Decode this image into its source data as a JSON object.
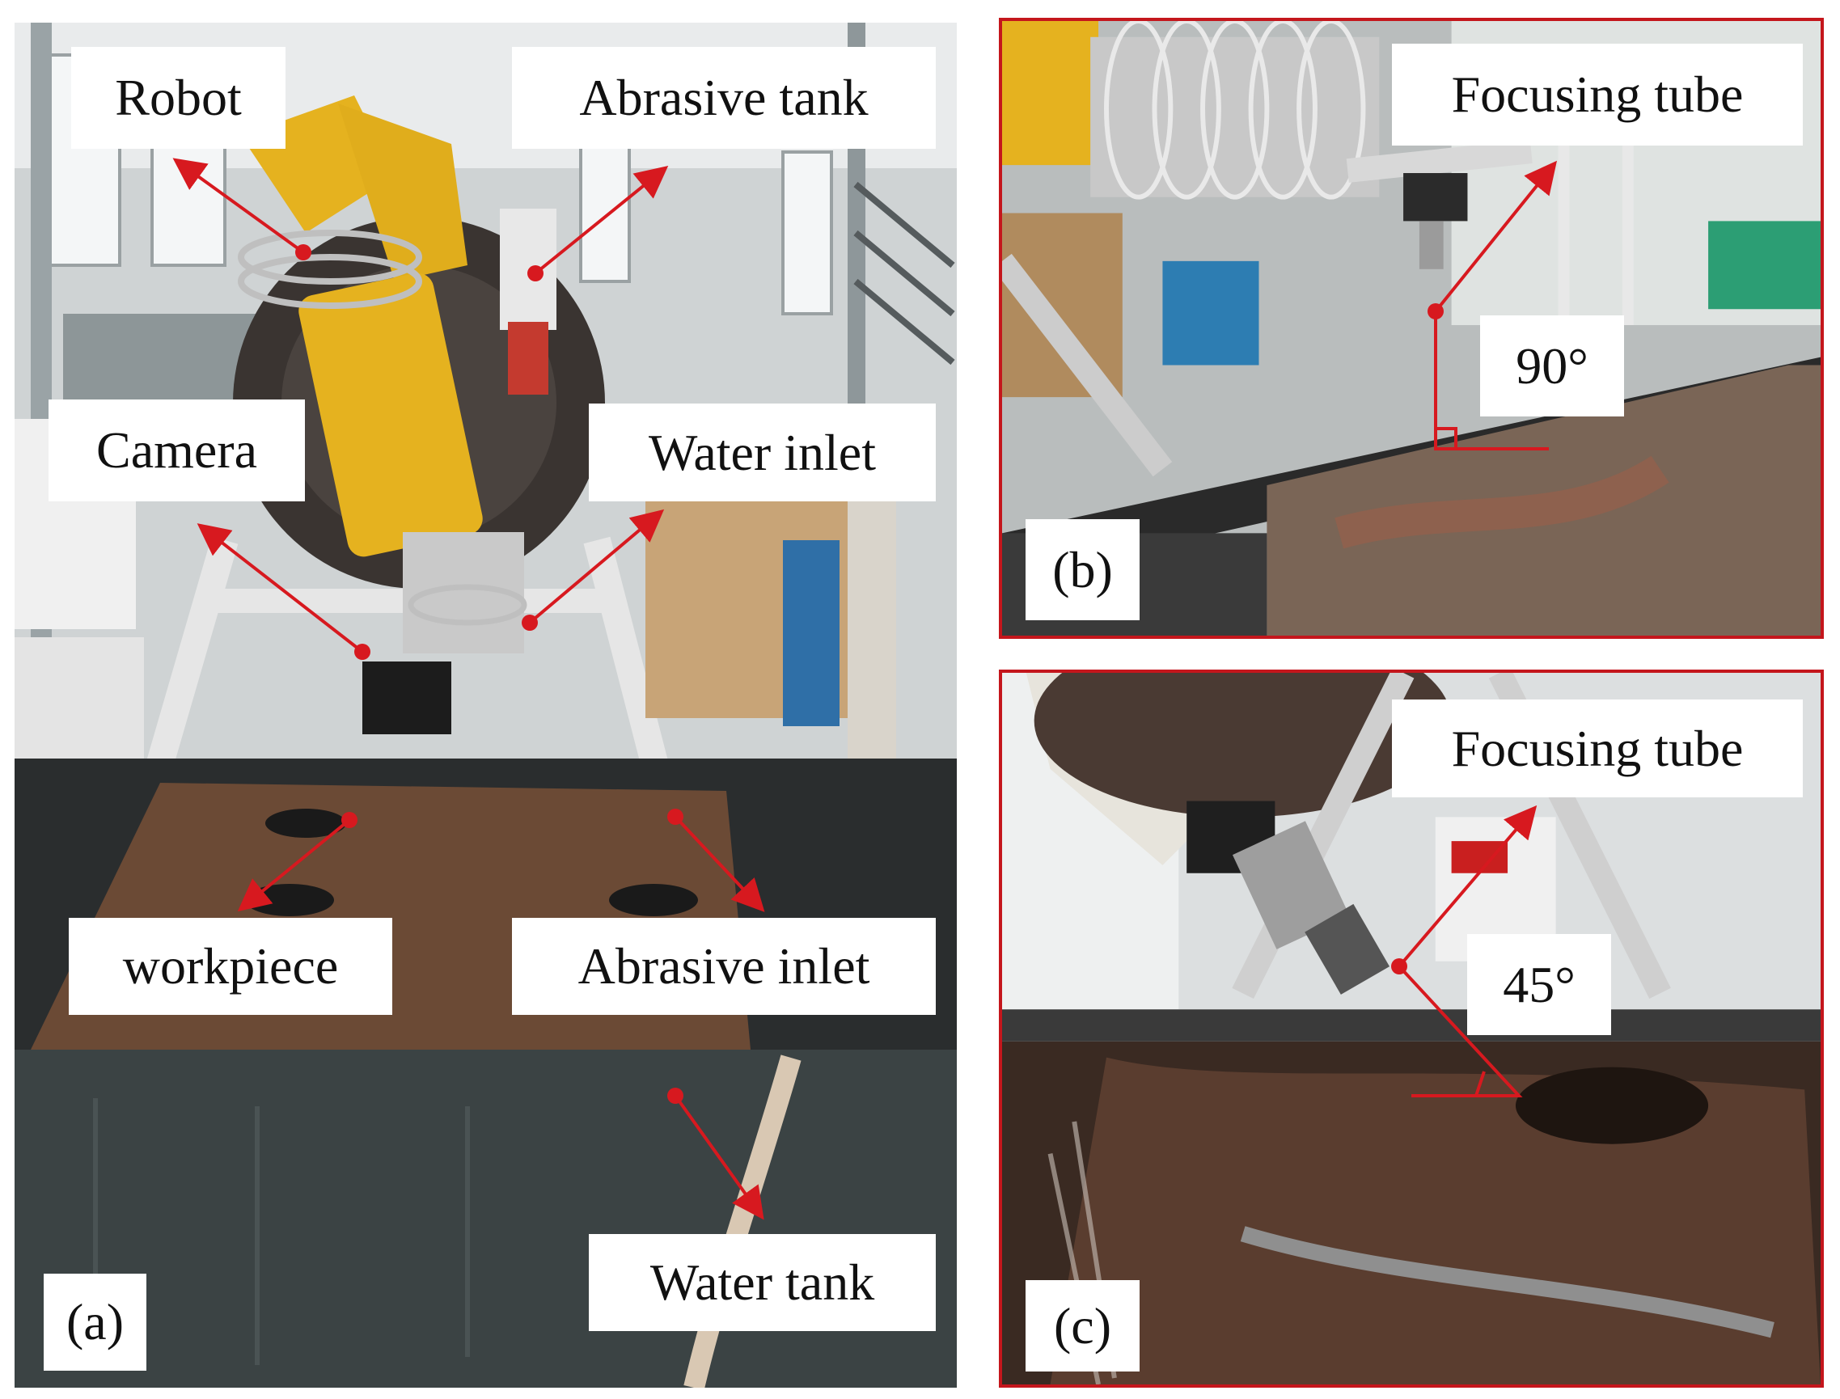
{
  "panels": {
    "a": {
      "tag": "(a)",
      "labels": {
        "robot": "Robot",
        "abrasive_tank": "Abrasive tank",
        "camera": "Camera",
        "water_inlet": "Water inlet",
        "workpiece": "workpiece",
        "abrasive_inlet": "Abrasive inlet",
        "water_tank": "Water tank"
      }
    },
    "b": {
      "tag": "(b)",
      "labels": {
        "focusing_tube": "Focusing tube",
        "angle": "90°"
      }
    },
    "c": {
      "tag": "(c)",
      "labels": {
        "focusing_tube": "Focusing tube",
        "angle": "45°"
      }
    }
  },
  "colors": {
    "annotation_red": "#d7191f",
    "frame_red": "#c4161c",
    "robot_yellow": "#e5b21f",
    "workpiece_brown": "#6b4a35",
    "tank_gray": "#3b4344"
  }
}
